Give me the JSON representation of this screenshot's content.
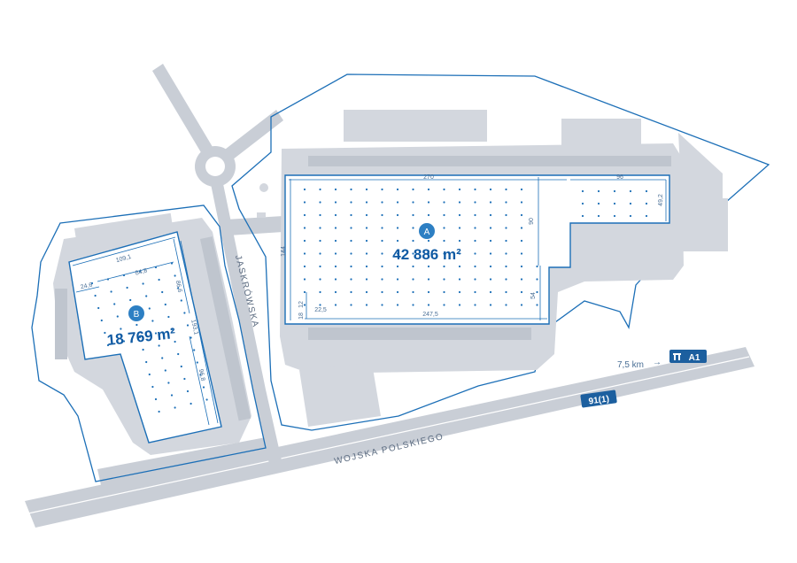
{
  "building_a": {
    "badge": "A",
    "area": "42 886 m²",
    "dims": {
      "length": "270",
      "tail": "96",
      "width": "144",
      "notch_depth": "90",
      "right_width": "54",
      "bottom_length": "247,5",
      "tail_height": "49,2",
      "small_a": "12",
      "small_b": "18",
      "small_c": "22,5"
    }
  },
  "building_b": {
    "badge": "B",
    "area": "18 769 m²",
    "dims": {
      "top": "109,1",
      "mid": "84,8",
      "small": "24,6",
      "right_upper": "86,6",
      "right_total": "193,1",
      "right_lower": "96,8"
    }
  },
  "streets": {
    "jaskrowska": "JASKRÓWSKA",
    "wojska_polskiego": "WOJSKA POLSKIEGO"
  },
  "highway": {
    "distance": "7,5 km",
    "arrow": "→",
    "motorway": "A1",
    "route": "91(1)"
  },
  "colors": {
    "accent": "#1c6fb7",
    "road": "#c9ced6",
    "badge": "#2d7fc3"
  },
  "icons": [
    "motorway-icon",
    "arrow-right-icon"
  ]
}
